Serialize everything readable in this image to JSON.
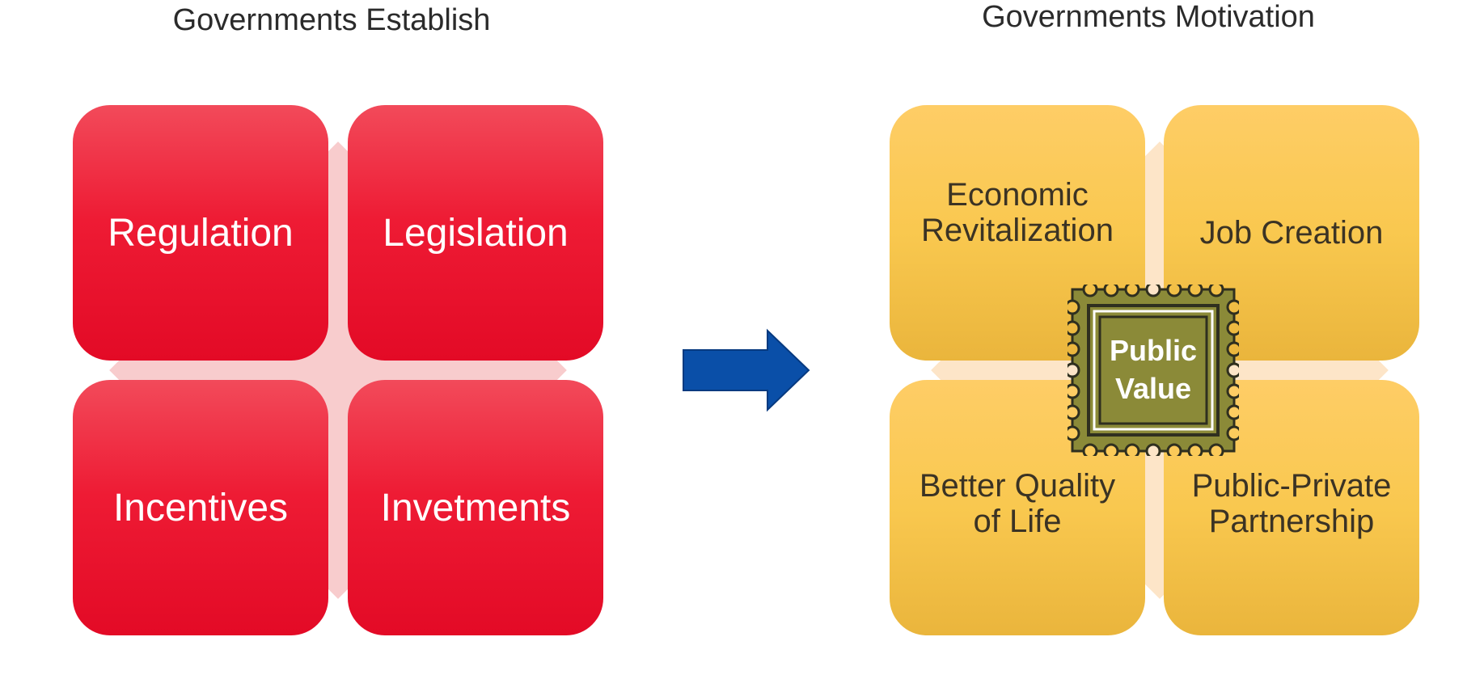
{
  "left_group": {
    "title": "Governments Establish",
    "tiles": [
      "Regulation",
      "Legislation",
      "Incentives",
      "Invetments"
    ],
    "tile_color": "#ee1b34",
    "backdrop_color": "#f8cccd"
  },
  "arrow": {
    "color": "#0a4fa8",
    "direction": "right"
  },
  "right_group": {
    "title": "Governments Motivation",
    "tiles": [
      [
        "Economic",
        "Revitalization"
      ],
      [
        "Job Creation"
      ],
      [
        "Better Quality",
        "of Life"
      ],
      [
        "Public-Private",
        "Partnership"
      ]
    ],
    "tile_color": "#f9c84f",
    "backdrop_color": "#fde5c8",
    "center_badge": {
      "icon": "stamp-icon",
      "line1": "Public",
      "line2": "Value",
      "color": "#8b8a38"
    }
  }
}
